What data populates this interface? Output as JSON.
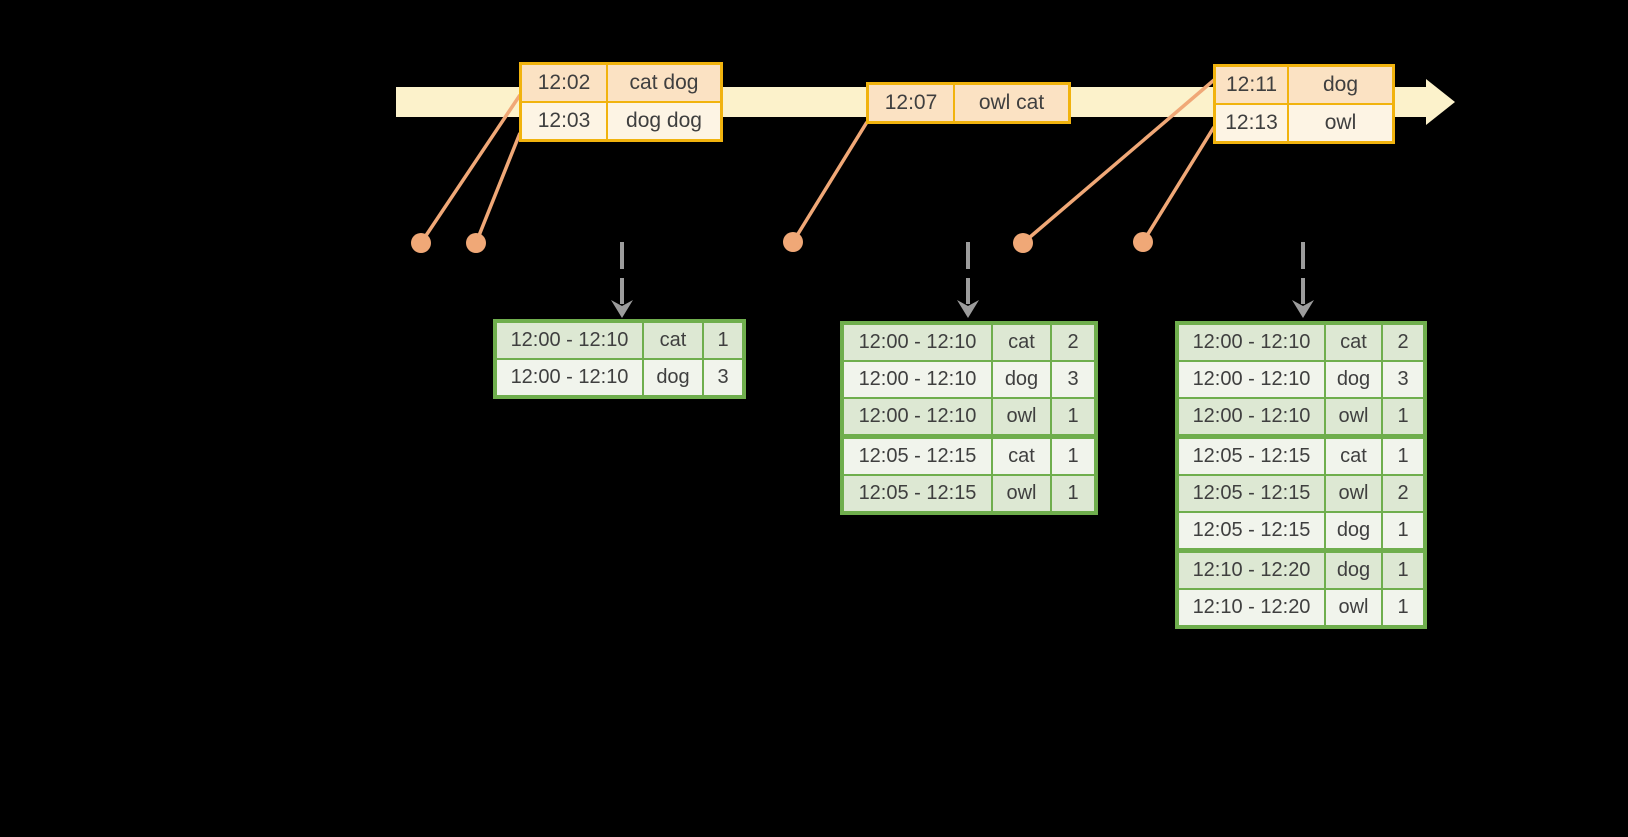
{
  "diagram_title": "windowed-event-count-diagram",
  "colors": {
    "background": "#000000",
    "timeline_band": "#fcf2cb",
    "event_border": "#f1b30e",
    "event_row_dark": "#fbe2c3",
    "event_row_light": "#fdf4e4",
    "result_border": "#6fae4d",
    "result_row_dark": "#dde8d3",
    "result_row_light": "#f1f4ec",
    "connector": "#f0a877",
    "dashed_arrow": "#9c9c9c",
    "text": "#3f3f3f"
  },
  "timeline": {
    "event_tables": [
      {
        "name": "events-12-02",
        "rows": [
          {
            "time": "12:02",
            "words": "cat dog"
          },
          {
            "time": "12:03",
            "words": "dog dog"
          }
        ]
      },
      {
        "name": "events-12-07",
        "rows": [
          {
            "time": "12:07",
            "words": "owl cat"
          }
        ]
      },
      {
        "name": "events-12-11",
        "rows": [
          {
            "time": "12:11",
            "words": "dog"
          },
          {
            "time": "12:13",
            "words": "owl"
          }
        ]
      }
    ]
  },
  "result_tables": [
    {
      "name": "result-table-1",
      "rows": [
        [
          "12:00 - 12:10",
          "cat",
          "1"
        ],
        [
          "12:00 - 12:10",
          "dog",
          "3"
        ]
      ],
      "group_starts": []
    },
    {
      "name": "result-table-2",
      "rows": [
        [
          "12:00 - 12:10",
          "cat",
          "2"
        ],
        [
          "12:00 - 12:10",
          "dog",
          "3"
        ],
        [
          "12:00 - 12:10",
          "owl",
          "1"
        ],
        [
          "12:05 - 12:15",
          "cat",
          "1"
        ],
        [
          "12:05 - 12:15",
          "owl",
          "1"
        ]
      ],
      "group_starts": [
        3
      ]
    },
    {
      "name": "result-table-3",
      "rows": [
        [
          "12:00 - 12:10",
          "cat",
          "2"
        ],
        [
          "12:00 - 12:10",
          "dog",
          "3"
        ],
        [
          "12:00 - 12:10",
          "owl",
          "1"
        ],
        [
          "12:05 - 12:15",
          "cat",
          "1"
        ],
        [
          "12:05 - 12:15",
          "owl",
          "2"
        ],
        [
          "12:05 - 12:15",
          "dog",
          "1"
        ],
        [
          "12:10 - 12:20",
          "dog",
          "1"
        ],
        [
          "12:10 - 12:20",
          "owl",
          "1"
        ]
      ],
      "group_starts": [
        3,
        6
      ]
    }
  ]
}
